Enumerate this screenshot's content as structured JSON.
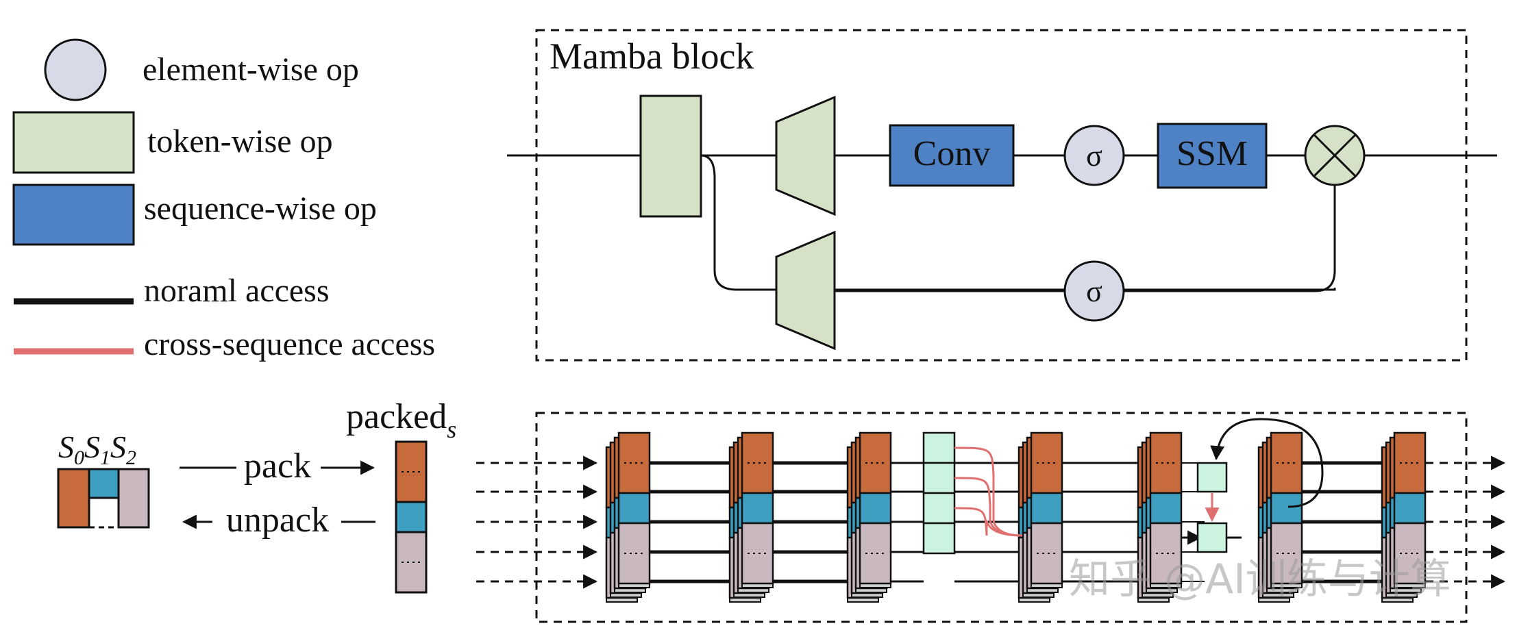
{
  "legend": {
    "element_wise": "element-wise op",
    "token_wise": "token-wise op",
    "sequence_wise": "sequence-wise op",
    "normal_access": "noraml access",
    "cross_sequence_access": "cross-sequence access"
  },
  "mamba_block": {
    "title": "Mamba block",
    "conv_label": "Conv",
    "ssm_label": "SSM",
    "sigma_top": "σ",
    "sigma_bottom": "σ"
  },
  "packing": {
    "s0": "S",
    "s0_sub": "0",
    "s1": "S",
    "s1_sub": "1",
    "s2": "S",
    "s2_sub": "2",
    "pack_label": "pack",
    "unpack_label": "unpack",
    "packed_label": "packed",
    "packed_sub": "s"
  },
  "watermark": "知乎 @AI训练与计算",
  "colors": {
    "element_wise": "#d8dbe7",
    "token_wise": "#d6e2c8",
    "sequence_wise": "#4f82c5",
    "seq0": "#c76a3c",
    "seq1": "#3e9fc1",
    "seq2": "#c9b8c0",
    "small_op": "#ccf3df",
    "cross_access": "#e07070",
    "line": "#111111"
  }
}
